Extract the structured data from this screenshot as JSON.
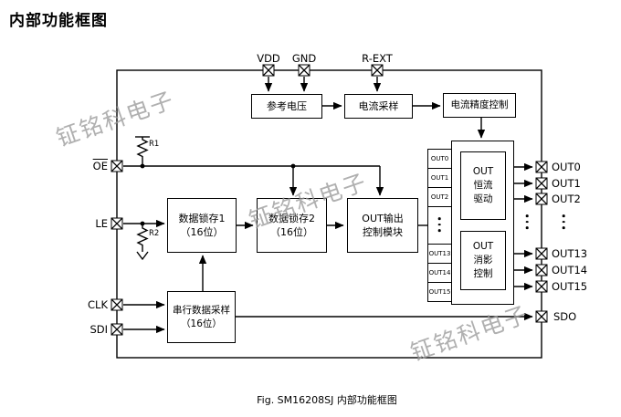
{
  "title": "内部功能框图",
  "caption": "Fig. SM16208SJ 内部功能框图",
  "watermark": {
    "text": "钲铭科电子",
    "color": "#9a9a9a"
  },
  "colors": {
    "line": "#000000",
    "background": "#ffffff"
  },
  "pins": {
    "top": [
      "VDD",
      "GND",
      "R-EXT"
    ],
    "left": [
      "OE",
      "LE",
      "CLK",
      "SDI"
    ],
    "right": [
      "OUT0",
      "OUT1",
      "OUT2",
      "OUT13",
      "OUT14",
      "OUT15",
      "SDO"
    ]
  },
  "resistors": {
    "r1": "R1",
    "r2": "R2"
  },
  "blocks": {
    "ref_voltage": "参考电压",
    "current_sample": "电流采样",
    "current_precision": "电流精度控制",
    "latch1": {
      "line1": "数据锁存1",
      "line2": "（16位）"
    },
    "latch2": {
      "line1": "数据锁存2",
      "line2": "（16位）"
    },
    "out_control": {
      "line1": "OUT输出",
      "line2": "控制模块"
    },
    "serial_sample": {
      "line1": "串行数据采样",
      "line2": "（16位）"
    },
    "const_current": {
      "line1": "OUT",
      "line2": "恒流",
      "line3": "驱动"
    },
    "ghost_control": {
      "line1": "OUT",
      "line2": "消影",
      "line3": "控制"
    }
  },
  "out_cells": [
    "OUT0",
    "OUT1",
    "OUT2",
    "OUT13",
    "OUT14",
    "OUT15"
  ]
}
